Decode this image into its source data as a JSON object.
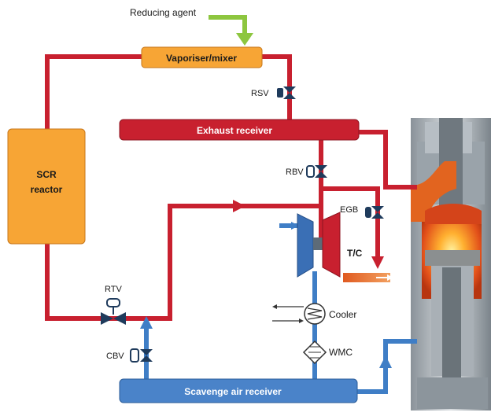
{
  "labels": {
    "reducing_agent": "Reducing agent",
    "vaporiser": "Vaporiser/mixer",
    "exhaust_receiver": "Exhaust receiver",
    "scr_line1": "SCR",
    "scr_line2": "reactor",
    "scavenge_receiver": "Scavenge air receiver",
    "rsv": "RSV",
    "rbv": "RBV",
    "egb": "EGB",
    "rtv": "RTV",
    "cbv": "CBV",
    "tc": "T/C",
    "cooler": "Cooler",
    "wmc": "WMC"
  },
  "colors": {
    "exhaust_pipe": "#c8202f",
    "scavenge_pipe": "#3f7ec6",
    "reducing_agent_pipe": "#8dc63f",
    "vaporiser_fill": "#f7a535",
    "scr_fill": "#f7a535",
    "exhaust_receiver_fill": "#c8202f",
    "scavenge_receiver_fill": "#4a83c9",
    "turbocharger": "#3a6fb5"
  }
}
